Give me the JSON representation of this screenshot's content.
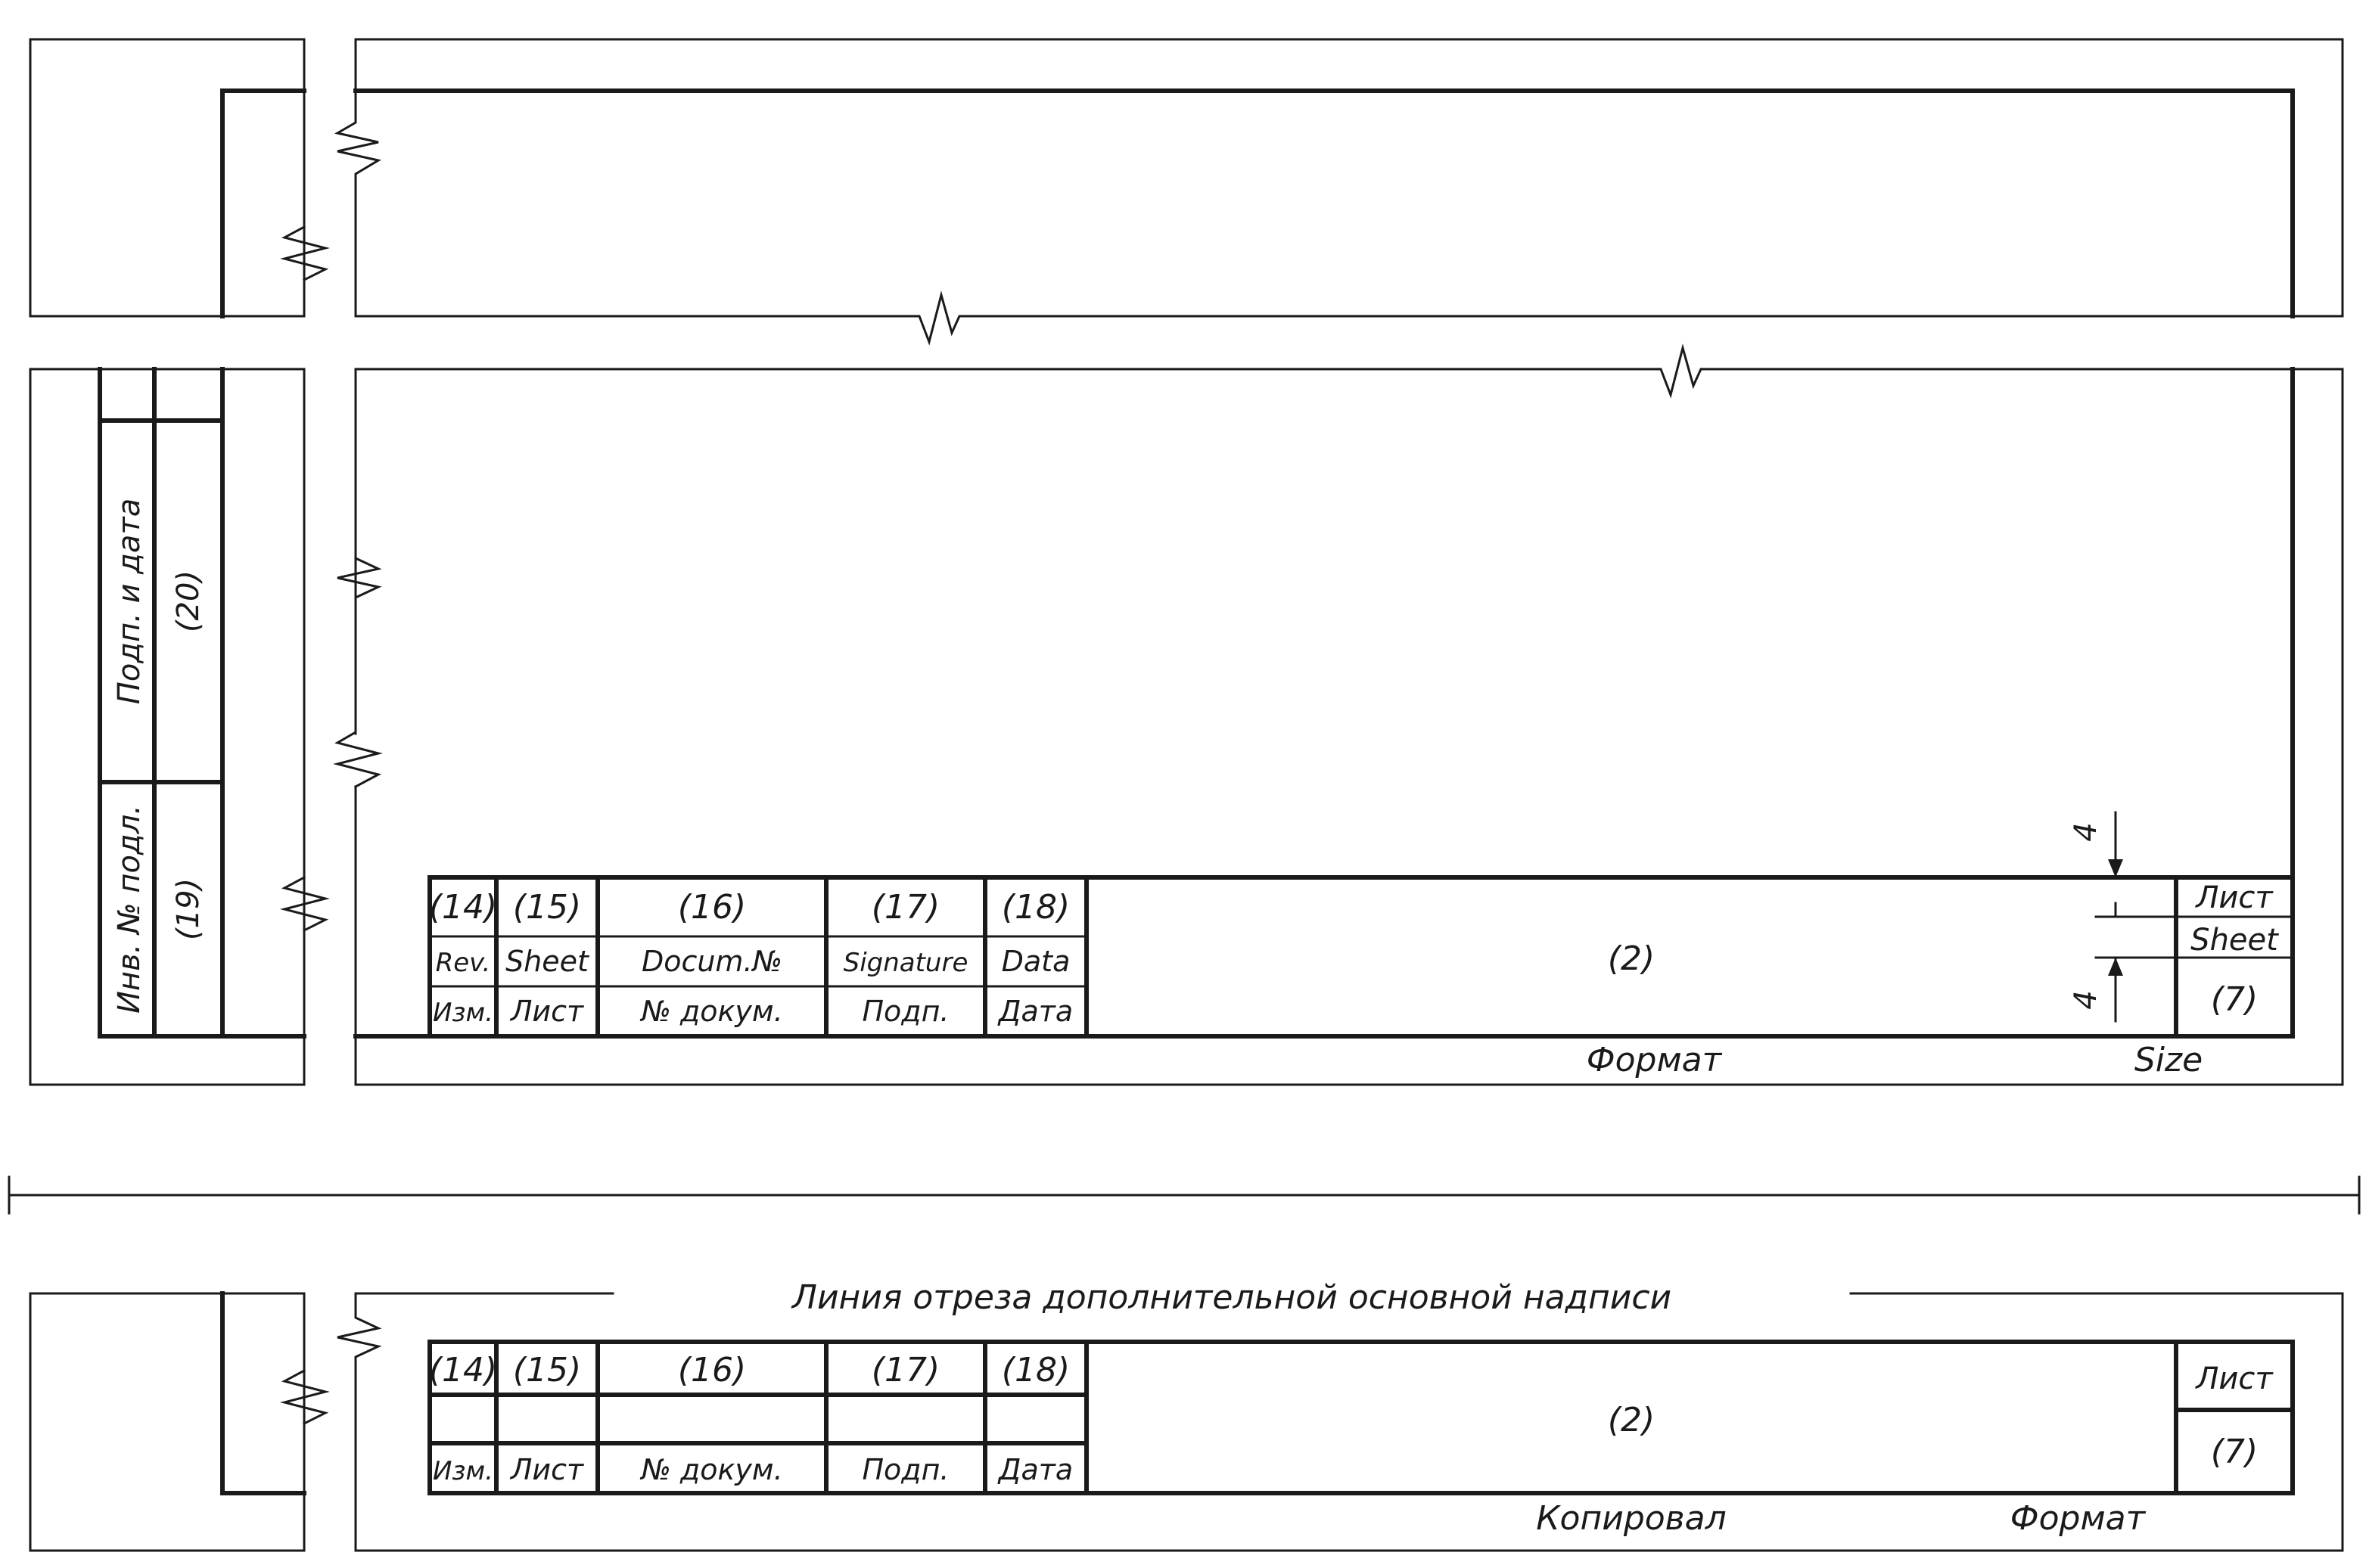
{
  "labels": {
    "col_numbers": [
      "(14)",
      "(15)",
      "(16)",
      "(17)",
      "(18)"
    ],
    "col_english": [
      "Rev.",
      "Sheet",
      "Docum.№",
      "Signature",
      "Data"
    ],
    "col_russian": [
      "Изм.",
      "Лист",
      "№ докум.",
      "Подп.",
      "Дата"
    ],
    "field_title": "(2)",
    "sheet_ru": "Лист",
    "sheet_en": "Sheet",
    "sheet_number": "(7)",
    "format_ru": "Формат",
    "format_en": "Size",
    "copied_by": "Копировал",
    "side_sign_date": "Подп. и дата",
    "side_sign_date_num": "(20)",
    "side_inv_no": "Инв. № подл.",
    "side_inv_no_num": "(19)",
    "dim_gap": "4",
    "cut_line_caption": "Линия отреза дополнительной основной надписи"
  }
}
